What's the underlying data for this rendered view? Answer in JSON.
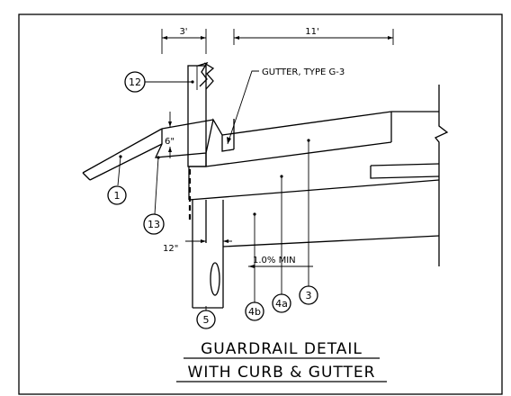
{
  "dimensions": {
    "post_offset": "3'",
    "gutter_width": "11'",
    "curb_height": "6\"",
    "embed": "12\""
  },
  "callouts": {
    "gutter": "GUTTER, TYPE G-3",
    "slope": "1.0% MIN"
  },
  "balloons": {
    "b1": "1",
    "b3": "3",
    "b4a": "4a",
    "b4b": "4b",
    "b5": "5",
    "b12": "12",
    "b13": "13"
  },
  "title": {
    "line1": "GUARDRAIL DETAIL",
    "line2": "WITH CURB & GUTTER"
  }
}
